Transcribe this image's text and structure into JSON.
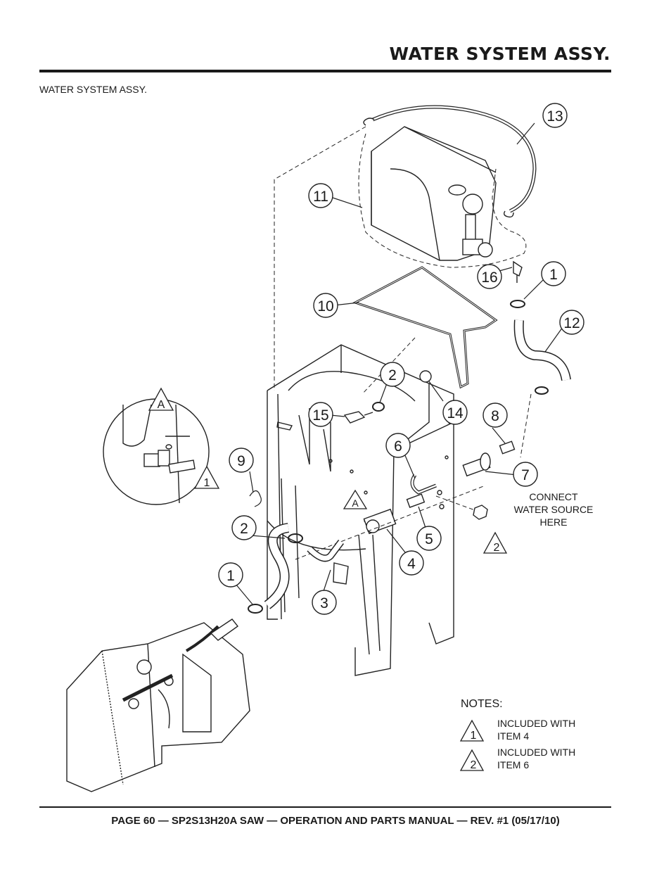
{
  "header": {
    "title": "WATER SYSTEM ASSY."
  },
  "section_label": "WATER SYSTEM ASSY.",
  "callouts": {
    "c1a": "1",
    "c1b": "1",
    "c2a": "2",
    "c2b": "2",
    "c3": "3",
    "c4": "4",
    "c5": "5",
    "c6": "6",
    "c7": "7",
    "c8": "8",
    "c9": "9",
    "c10": "10",
    "c11": "11",
    "c12": "12",
    "c13": "13",
    "c14": "14",
    "c15": "15",
    "c16": "16"
  },
  "detail": {
    "marker": "A",
    "note_flag": "1"
  },
  "detail_ref_marker": "A",
  "note_flag_on_nut": "2",
  "connect_label": [
    "CONNECT",
    "WATER SOURCE",
    "HERE"
  ],
  "notes": {
    "heading": "NOTES:",
    "items": [
      {
        "flag": "1",
        "line1": "INCLUDED WITH",
        "line2": "ITEM 4"
      },
      {
        "flag": "2",
        "line1": "INCLUDED WITH",
        "line2": "ITEM 6"
      }
    ]
  },
  "footer": {
    "text": "PAGE 60 — SP2S13H20A SAW — OPERATION AND PARTS MANUAL — REV. #1 (05/17/10)"
  }
}
